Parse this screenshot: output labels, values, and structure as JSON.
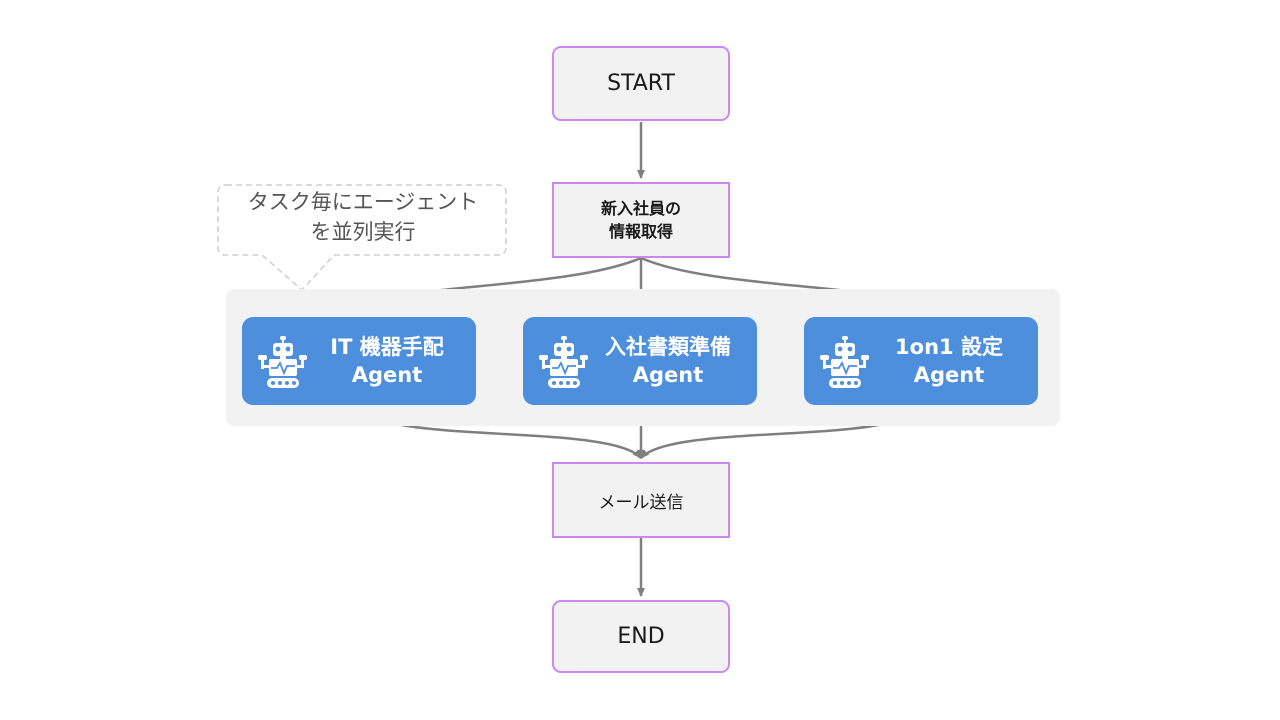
{
  "start": {
    "label": "START"
  },
  "fetch": {
    "line1": "新入社員の",
    "line2": "情報取得"
  },
  "callout": {
    "line1": "タスク毎にエージェント",
    "line2": "を並列実行"
  },
  "agents": [
    {
      "line1": "IT 機器手配",
      "line2": "Agent",
      "icon": "robot-icon"
    },
    {
      "line1": "入社書類準備",
      "line2": "Agent",
      "icon": "robot-icon"
    },
    {
      "line1": "1on1 設定",
      "line2": "Agent",
      "icon": "robot-icon"
    }
  ],
  "mail": {
    "label": "メール送信"
  },
  "end": {
    "label": "END"
  },
  "colors": {
    "terminal_border": "#cc88ee",
    "node_fill": "#f2f2f2",
    "agent_fill": "#4d8fdc",
    "arrow": "#7f7f7f",
    "callout_border": "#cfcfcf"
  }
}
